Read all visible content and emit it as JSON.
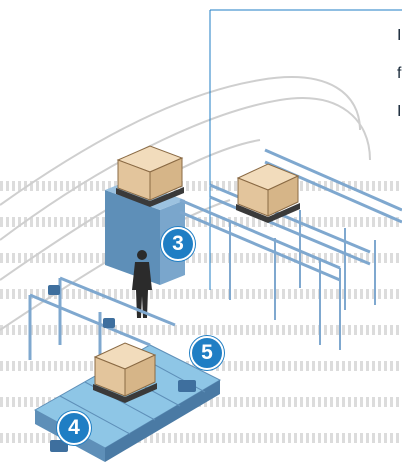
{
  "callout": {
    "lines": [
      "I",
      "f",
      "I"
    ]
  },
  "markers": [
    {
      "label": "3"
    },
    {
      "label": "4"
    },
    {
      "label": "5"
    }
  ],
  "colors": {
    "accent": "#1f7ec4",
    "conveyor_frame": "#7fa8cf",
    "conveyor_belt": "#8ec6e6",
    "box": "#e9d2b0",
    "pallet": "#3a3a3a",
    "worker": "#2b2b2b"
  }
}
